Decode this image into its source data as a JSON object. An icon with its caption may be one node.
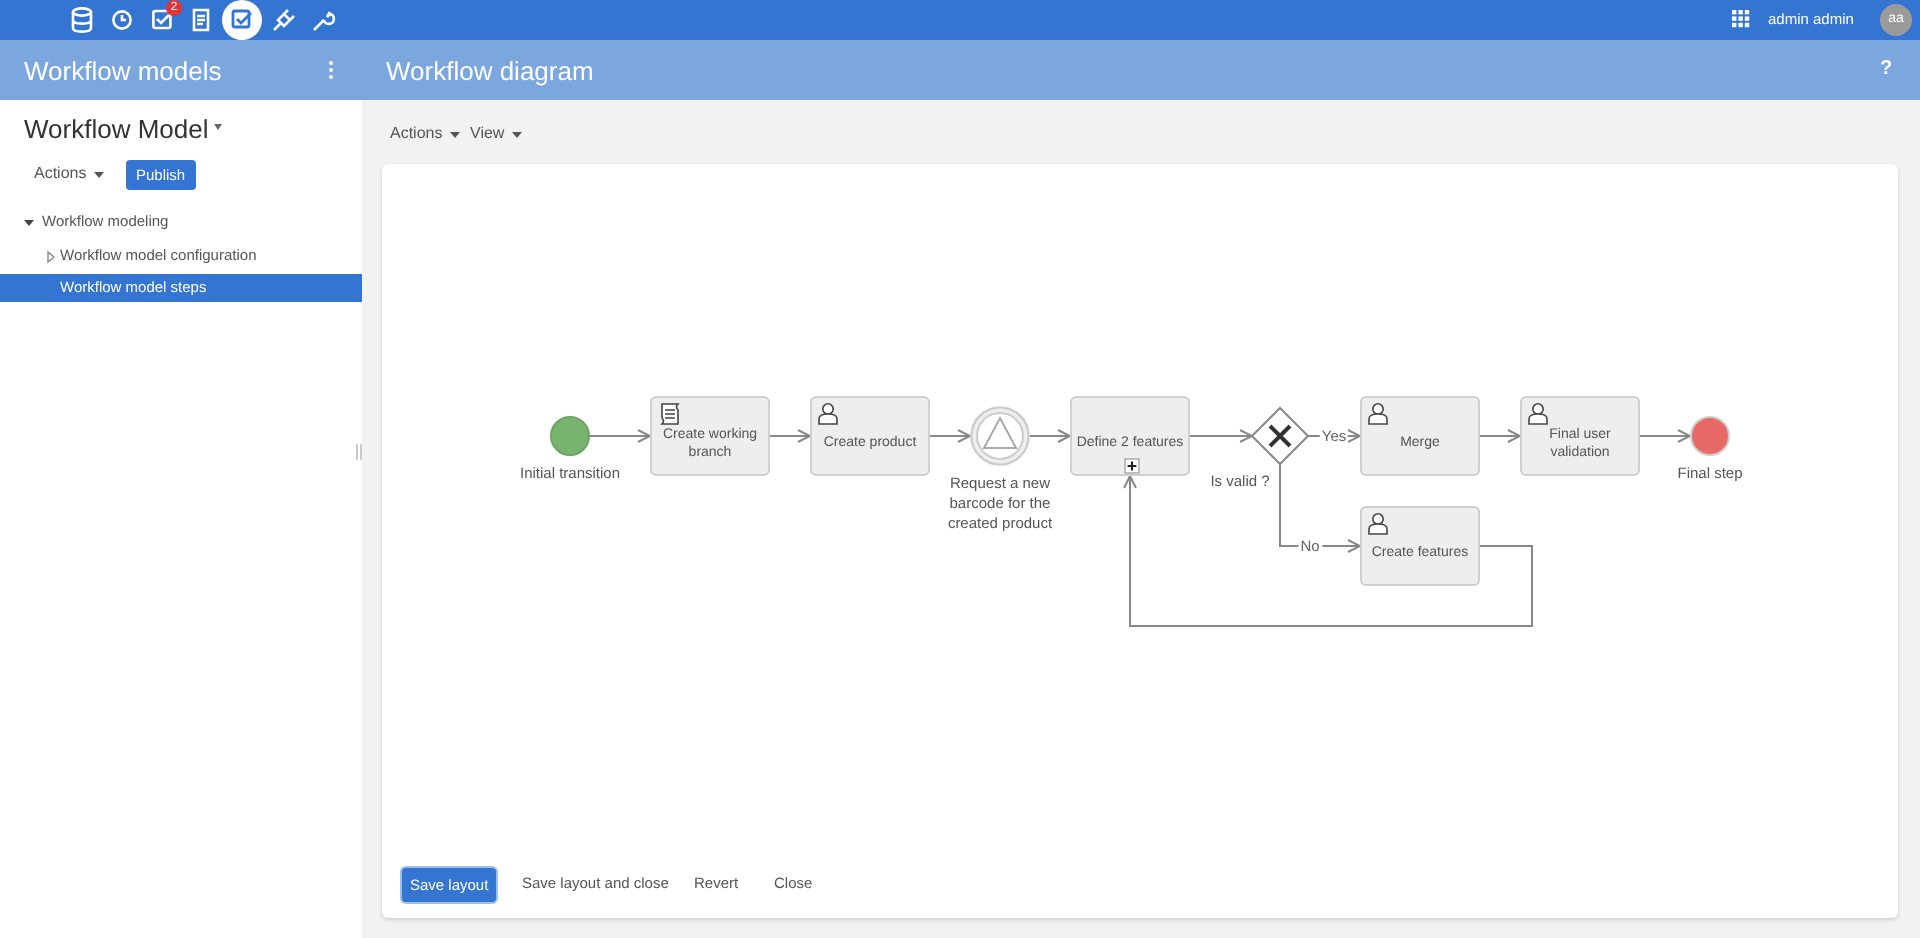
{
  "diagram": {
    "nodes": [
      {
        "text": [
          "Initial transition"
        ]
      },
      {
        "text": [
          "Create working branch"
        ]
      },
      {
        "text": [
          "Create product"
        ]
      },
      {
        "text": [
          "Request a new barcode for the created product"
        ]
      },
      {
        "text": [
          "Define 2 features"
        ]
      },
      {
        "text": [
          "Is valid ?"
        ]
      },
      {
        "text": [
          "Merge"
        ]
      },
      {
        "text": [
          "Final user validation"
        ]
      },
      {
        "text": [
          "Final step"
        ]
      },
      {
        "text": [
          "Create features"
        ]
      }
    ],
    "edges": [
      {
        "from": 0,
        "to": 1,
        "arrow": "to"
      },
      {
        "from": 1,
        "to": 2,
        "arrow": "to"
      },
      {
        "from": 2,
        "to": 3,
        "arrow": "to"
      },
      {
        "from": 3,
        "to": 4,
        "arrow": "to"
      },
      {
        "from": 4,
        "to": 5,
        "arrow": "to"
      },
      {
        "from": 5,
        "to": 6,
        "arrow": "to",
        "label": "Yes"
      },
      {
        "from": 6,
        "to": 7,
        "arrow": "to"
      },
      {
        "from": 7,
        "to": 8,
        "arrow": "to"
      },
      {
        "from": 5,
        "to": 9,
        "arrow": "to",
        "label": "No"
      },
      {
        "from": 9,
        "to": 4,
        "arrow": "to"
      }
    ],
    "labels": [
      "2",
      "admin admin",
      "aa",
      "Workflow models",
      "Workflow diagram",
      "?",
      "Workflow Model",
      "Actions",
      "Publish",
      "Workflow modeling",
      "Workflow model configuration",
      "Workflow model steps",
      "Actions",
      "View",
      "Save layout",
      "Save layout and close",
      "Revert",
      "Close"
    ]
  }
}
